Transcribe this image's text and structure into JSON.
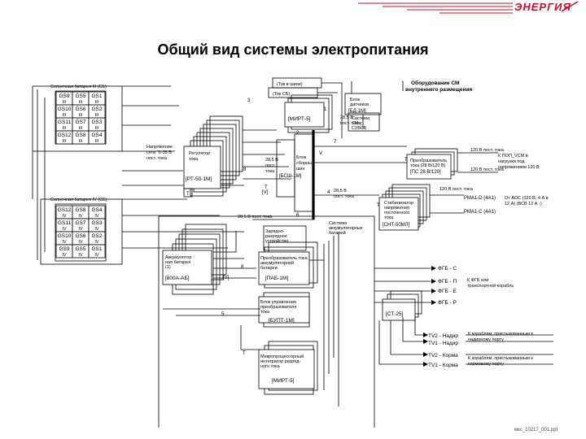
{
  "header": {
    "logo": "ЭНЕРГИЯ",
    "title": "Общий вид системы электропитания",
    "colors": {
      "logo": "#c8102e",
      "stripes": "#c8102e"
    }
  },
  "sections": {
    "battery_3": "Солнечная батарея III (СБ)",
    "battery_4": "Солнечная батарея IV (СБ)",
    "cm_equipment_1": "Оборудование СМ",
    "cm_equipment_2": "внутреннего размещения"
  },
  "cells_top": [
    {
      "id": "GS9",
      "r": "III"
    },
    {
      "id": "GS5",
      "r": "III"
    },
    {
      "id": "GS1",
      "r": "III"
    },
    {
      "id": "GS10",
      "r": "III"
    },
    {
      "id": "GS6",
      "r": "III"
    },
    {
      "id": "GS2",
      "r": "III"
    },
    {
      "id": "GS11",
      "r": "III"
    },
    {
      "id": "GS7",
      "r": "III"
    },
    {
      "id": "GS3",
      "r": "III"
    },
    {
      "id": "GS12",
      "r": "III"
    },
    {
      "id": "GS8",
      "r": "III"
    },
    {
      "id": "GS4",
      "r": "III"
    }
  ],
  "cells_bottom": [
    {
      "id": "GS12",
      "r": "IV"
    },
    {
      "id": "GS8",
      "r": "IV"
    },
    {
      "id": "GS4",
      "r": "IV"
    },
    {
      "id": "GS11",
      "r": "IV"
    },
    {
      "id": "GS7",
      "r": "IV"
    },
    {
      "id": "GS3",
      "r": "IV"
    },
    {
      "id": "GS10",
      "r": "IV"
    },
    {
      "id": "GS6",
      "r": "IV"
    },
    {
      "id": "GS2",
      "r": "IV"
    },
    {
      "id": "GS9",
      "r": "IV"
    },
    {
      "id": "GS5",
      "r": "IV"
    },
    {
      "id": "GS1",
      "r": "IV"
    }
  ],
  "blocks": {
    "regulator": {
      "l1": "Регулятор",
      "l2": "тока",
      "code": "[РТ-50-1М]"
    },
    "input_voltage": {
      "l1": "Напряжение",
      "l2": "сети \"II-35 В",
      "l3": "пост. тока"
    },
    "bsh": {
      "l1": "Блок",
      "l2": "сборных",
      "l3": "шин",
      "code": "[БСШ-1М]"
    },
    "current_box_1": "(Ток в шине)",
    "current_box_2": "(Ток СБ)",
    "mirt_top": "[МИРТ-5]",
    "sensor": {
      "l1": "Блок",
      "l2": "датчиков",
      "code": "[БД-1М]"
    },
    "svs": {
      "l1": "Система",
      "l2": "СМ с",
      "l3": "СУВСБ"
    },
    "converter": {
      "l1": "Преобразователь",
      "l2": "тока (28 В/120 В)",
      "code": "[ПС 28 В/120]"
    },
    "stabilizer": {
      "l1": "Стабилизатор",
      "l2": "напряжения",
      "l3": "постоянного",
      "l4": "тока",
      "code": "[СНТ-50МЛ]"
    },
    "charger": {
      "l1": "Зарядно-",
      "l2": "разрядное",
      "l3": "устройство"
    },
    "accum_sys": {
      "l1": "Система",
      "l2": "аккумуляторных",
      "l3": "батарей"
    },
    "accumulator": {
      "l1": "Аккумулятор",
      "l2": "ная батарея",
      "l3": "(1)",
      "code": "[800А-АБ]"
    },
    "pab": {
      "l1": "Преобразователь тока",
      "l2": "аккумуляторной",
      "l3": "батареи",
      "code": "[ПАБ-1М]"
    },
    "bupt": {
      "l1": "Блок управления",
      "l2": "преобразователя",
      "l3": "тока",
      "code": "[БУПТ-1М]"
    },
    "mirt": {
      "l1": "Микропроцессорный",
      "l2": "интегратор разряд-",
      "l3": "ного тока",
      "code": "[МИРТ-5]"
    },
    "ct25": "[СТ-25]"
  },
  "labels": {
    "v28_1": "28,5 В",
    "v28_1b": "пост. тока",
    "v28_2": "28,5 В пост. тока",
    "v28_3": "28,5 В",
    "v28_3b": "пост.",
    "v28_3c": "тока",
    "v28_4": "28,5 В",
    "v28_4b": "пост. тока",
    "v120_a": "120 В пост. тока",
    "v120_b": "120 В пост. тока",
    "v120_c": "120 В пост. тока",
    "ii_vcm_1": "К ПОП_VCM в",
    "ii_vcm_2": "нагрузки под",
    "ii_vcm_3": "напряжением 120 В",
    "rma1d": "РМА1-D (4А1)",
    "rma1c": "РМА1-С (4А1)",
    "aoc_1": "От АОС (120 В, 4 А в",
    "aoc_2": "12 А) (ВСВ 12 А -)",
    "fgb_c": "ФГБ - С",
    "fgb_p": "ФГБ - П",
    "fgb_e": "ФГБ - Е",
    "fgb_f": "ФГБ - Р",
    "kfgb_1": "К ФГБ или",
    "kfgb_2": "транспортной корабль",
    "tv2_n": "TV2 - Надир",
    "tv1_n": "TV1 - Надир",
    "nadir_1": "К кораблям, пристыкованным к",
    "nadir_2": "надирному порту",
    "tv2_k": "TV2 - Корма",
    "tv1_k": "TV1 - Корма",
    "korma_1": "К кораблям, пристыкованным к",
    "korma_2": "кормовому порту",
    "footnote": "мкс_10217_001.ppt"
  },
  "tags": {
    "one": "1",
    "two": "2",
    "three": "3",
    "four": "4",
    "five": "5",
    "six": "6",
    "seven": "7",
    "eight": "8",
    "T": "T",
    "V": "V",
    "Y": "[V]"
  }
}
